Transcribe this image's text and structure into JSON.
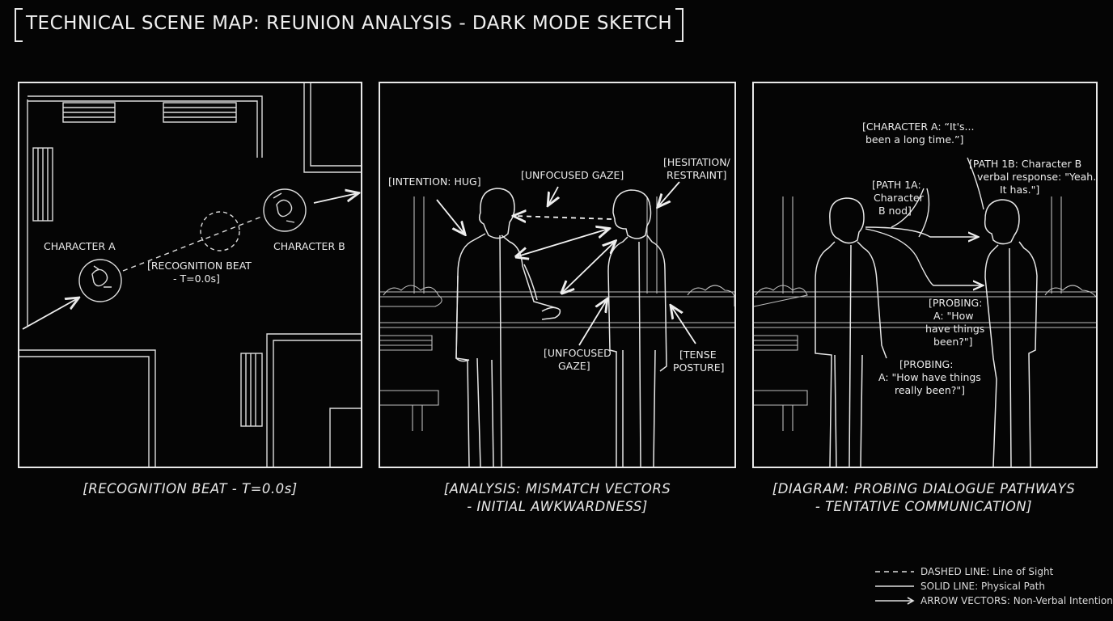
{
  "title": "TECHNICAL SCENE MAP: REUNION ANALYSIS - DARK MODE SKETCH",
  "panel1": {
    "character_a": "CHARACTER A",
    "character_b": "CHARACTER B",
    "recognition_line1": "[RECOGNITION BEAT",
    "recognition_line2": "- T=0.0s]",
    "caption": "[RECOGNITION BEAT - T=0.0s]"
  },
  "panel2": {
    "intention": "[INTENTION: HUG]",
    "unfocused_top": "[UNFOCUSED GAZE]",
    "hesitation_line1": "[HESITATION/",
    "hesitation_line2": "RESTRAINT]",
    "unfocused_bottom_line1": "[UNFOCUSED",
    "unfocused_bottom_line2": "GAZE]",
    "tense_line1": "[TENSE",
    "tense_line2": "POSTURE]",
    "caption_line1": "[ANALYSIS: MISMATCH VECTORS",
    "caption_line2": "- INITIAL AWKWARDNESS]"
  },
  "panel3": {
    "char_a_line1": "[CHARACTER A: “It's...",
    "char_a_line2": "been a long time.”]",
    "path1b_line1": "[PATH 1B: Character B",
    "path1b_line2": "verbal response: \"Yeah.",
    "path1b_line3": "It has.\"]",
    "path1a_line1": "[PATH 1A:",
    "path1a_line2": "Character",
    "path1a_line3": "B nod]",
    "probing1_line1": "[PROBING:",
    "probing1_line2": "A: \"How",
    "probing1_line3": "have things",
    "probing1_line4": "been?\"]",
    "probing2_line1": "[PROBING:",
    "probing2_line2": "A: \"How have things",
    "probing2_line3": "really been?\"]",
    "caption_line1": "[DIAGRAM: PROBING DIALOGUE PATHWAYS",
    "caption_line2": "- TENTATIVE COMMUNICATION]"
  },
  "legend": {
    "dashed_key": "DASHED LINE:",
    "dashed_val": "Line of Sight",
    "solid_key": "SOLID LINE:",
    "solid_val": "Physical Path",
    "arrow_key": "ARROW VECTORS:",
    "arrow_val": "Non-Verbal Intention"
  }
}
